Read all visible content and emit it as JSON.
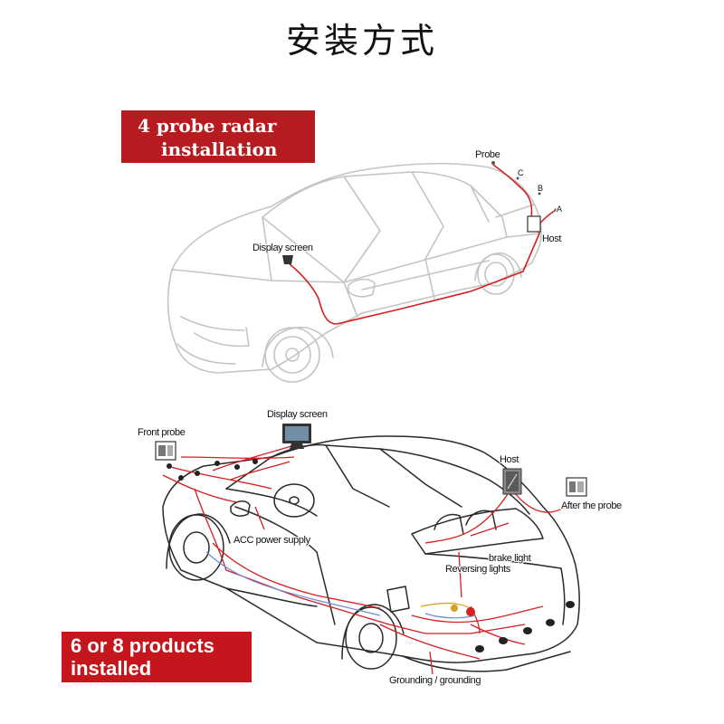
{
  "title": "安装方式",
  "section1": {
    "banner_line1": "4 probe radar",
    "banner_line2": "installation",
    "labels": {
      "probe": "Probe",
      "c": "C",
      "b": "B",
      "a": "A",
      "host": "Host",
      "display_screen": "Display screen"
    }
  },
  "section2": {
    "banner_line1": "6 or 8 products",
    "banner_line2": "installed",
    "labels": {
      "front_probe": "Front probe",
      "display_screen": "Display screen",
      "host": "Host",
      "after_probe": "After the probe",
      "acc_power": "ACC power supply",
      "brake_light": "brake light",
      "reversing_lights": "Reversing lights",
      "grounding": "Grounding / grounding"
    }
  },
  "colors": {
    "banner1": "#b61c1f",
    "banner2": "#c4161c",
    "wire": "#d42020",
    "car_outline_light": "#bdbdbd",
    "car_outline_dark": "#2a2a2a"
  }
}
